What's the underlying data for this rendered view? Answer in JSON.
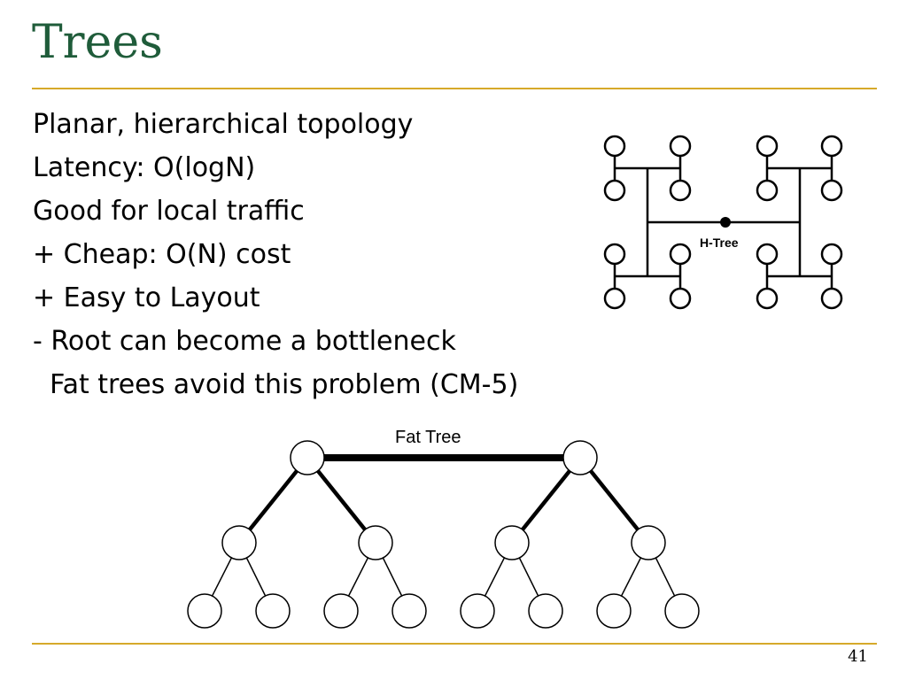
{
  "slide": {
    "title": "Trees",
    "page_number": "41",
    "accent_color": "#d6a92a",
    "title_color": "#1f5c3a",
    "bullets": [
      "Planar, hierarchical topology",
      "Latency: O(logN)",
      "Good for local traffic",
      "+ Cheap: O(N) cost",
      "+ Easy to Layout",
      "- Root can become a bottleneck",
      "  Fat trees avoid this problem (CM-5)"
    ]
  },
  "diagrams": {
    "htree": {
      "label": "H-Tree"
    },
    "fattree": {
      "label": "Fat Tree"
    }
  }
}
